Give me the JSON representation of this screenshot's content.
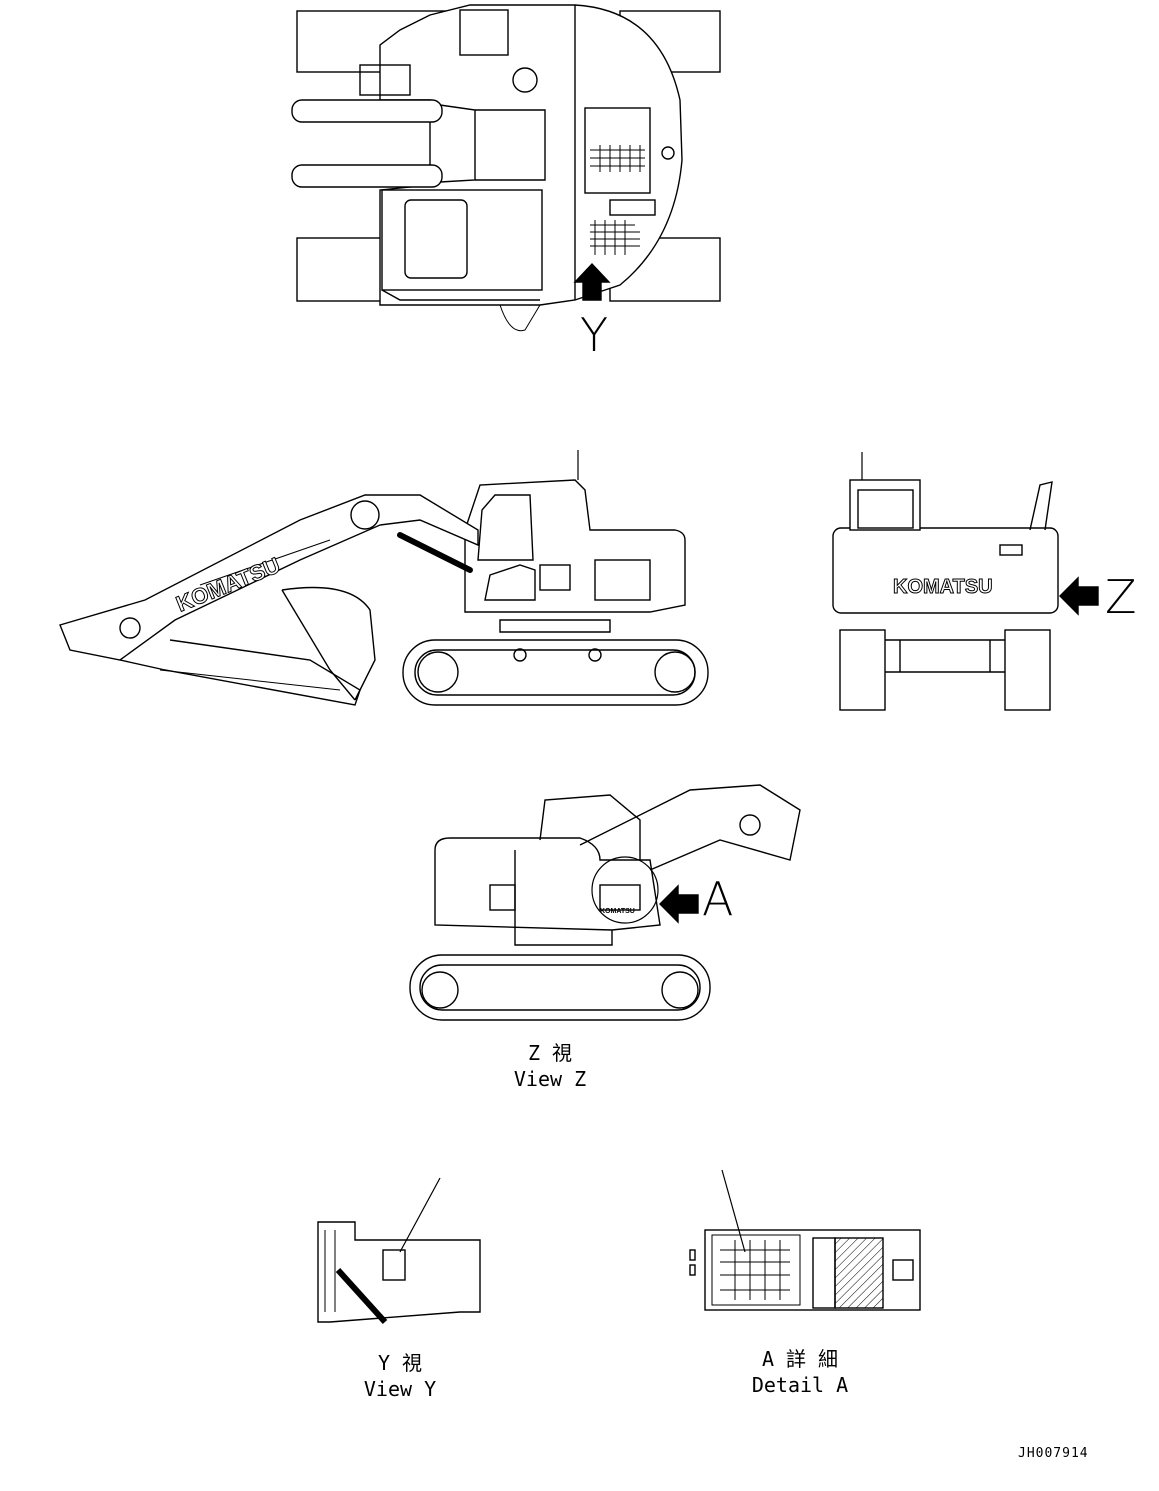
{
  "labels": {
    "arrow_y": "Y",
    "arrow_z": "Z",
    "arrow_a": "A",
    "brand": "KOMATSU"
  },
  "captions": {
    "view_z_jp": "Z 視",
    "view_z_en": "View Z",
    "view_y_jp": "Y 視",
    "view_y_en": "View Y",
    "detail_a_jp": "A 詳 細",
    "detail_a_en": "Detail A"
  },
  "drawing_code": "JH007914"
}
